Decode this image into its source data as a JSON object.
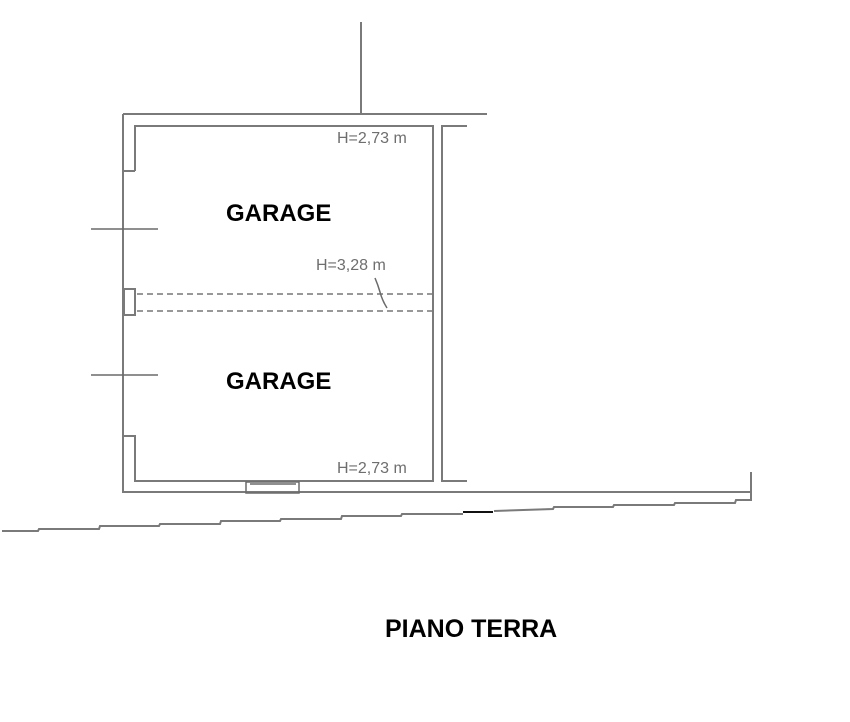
{
  "plan": {
    "title": "PIANO TERRA",
    "rooms": [
      {
        "name": "GARAGE",
        "height_label": "H=2,73 m"
      },
      {
        "name": "GARAGE",
        "height_label": "H=2,73 m"
      }
    ],
    "beam_height_label": "H=3,28 m",
    "colors": {
      "wall": "#7a7a7a",
      "text": "#000000",
      "annotation": "#6e6e6e"
    }
  }
}
